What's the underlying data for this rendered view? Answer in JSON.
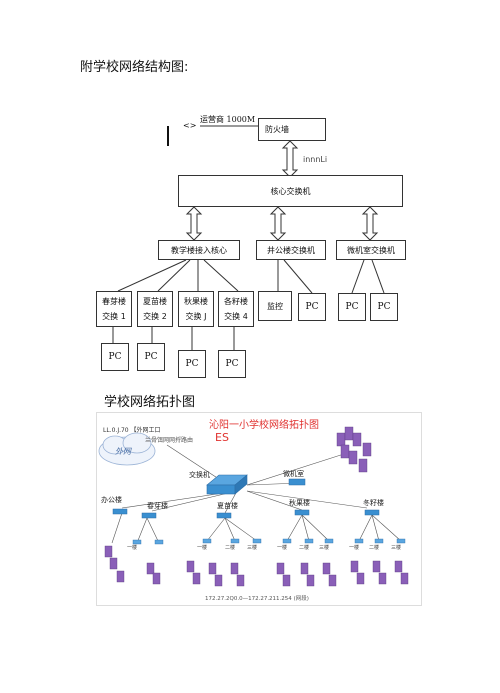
{
  "headings": {
    "structure": "附学校网络结构图:",
    "topology": "学校网络拓扑图"
  },
  "structure_diagram": {
    "isp_label": "运营商 1000M",
    "isp_glyph": "<>",
    "firewall": "防火墙",
    "link_label": "innnLi",
    "core_switch": "核心交换机",
    "teach_access": "教学楼接入核心",
    "office_switch": "井公楼交换机",
    "lab_switch": "微机室交换机",
    "buildings": [
      {
        "name": "春芽楼",
        "switch": "交换 1"
      },
      {
        "name": "夏苗楼",
        "switch": "交换 2"
      },
      {
        "name": "秋果楼",
        "switch": "交换 J"
      },
      {
        "name": "各籽楼",
        "switch": "交换 4"
      }
    ],
    "monitor": "监控",
    "pc": "PC"
  },
  "topology_diagram": {
    "title": "沁阳一小学校网络拓扑图",
    "title_suffix": "ES",
    "top_left_label": "LL.0.J.70 【外网工口",
    "subtitle": "兰骨饵网网捋路由",
    "cloud": "外网",
    "switch": "交换机",
    "lab": "微机室",
    "office": "办公楼",
    "buildings": [
      "春芽楼",
      "夏苗楼",
      "秋果楼",
      "冬籽楼"
    ],
    "floors": [
      "一楼",
      "二楼",
      "三楼"
    ],
    "ip_range": "172.27.2Q0.0—172.27.211.254",
    "ip_tag": "(网段)"
  },
  "colors": {
    "title_red": "#e0322f",
    "device_purple": "#8a5fb8",
    "device_blue": "#3a8fd0",
    "line": "#333333"
  }
}
